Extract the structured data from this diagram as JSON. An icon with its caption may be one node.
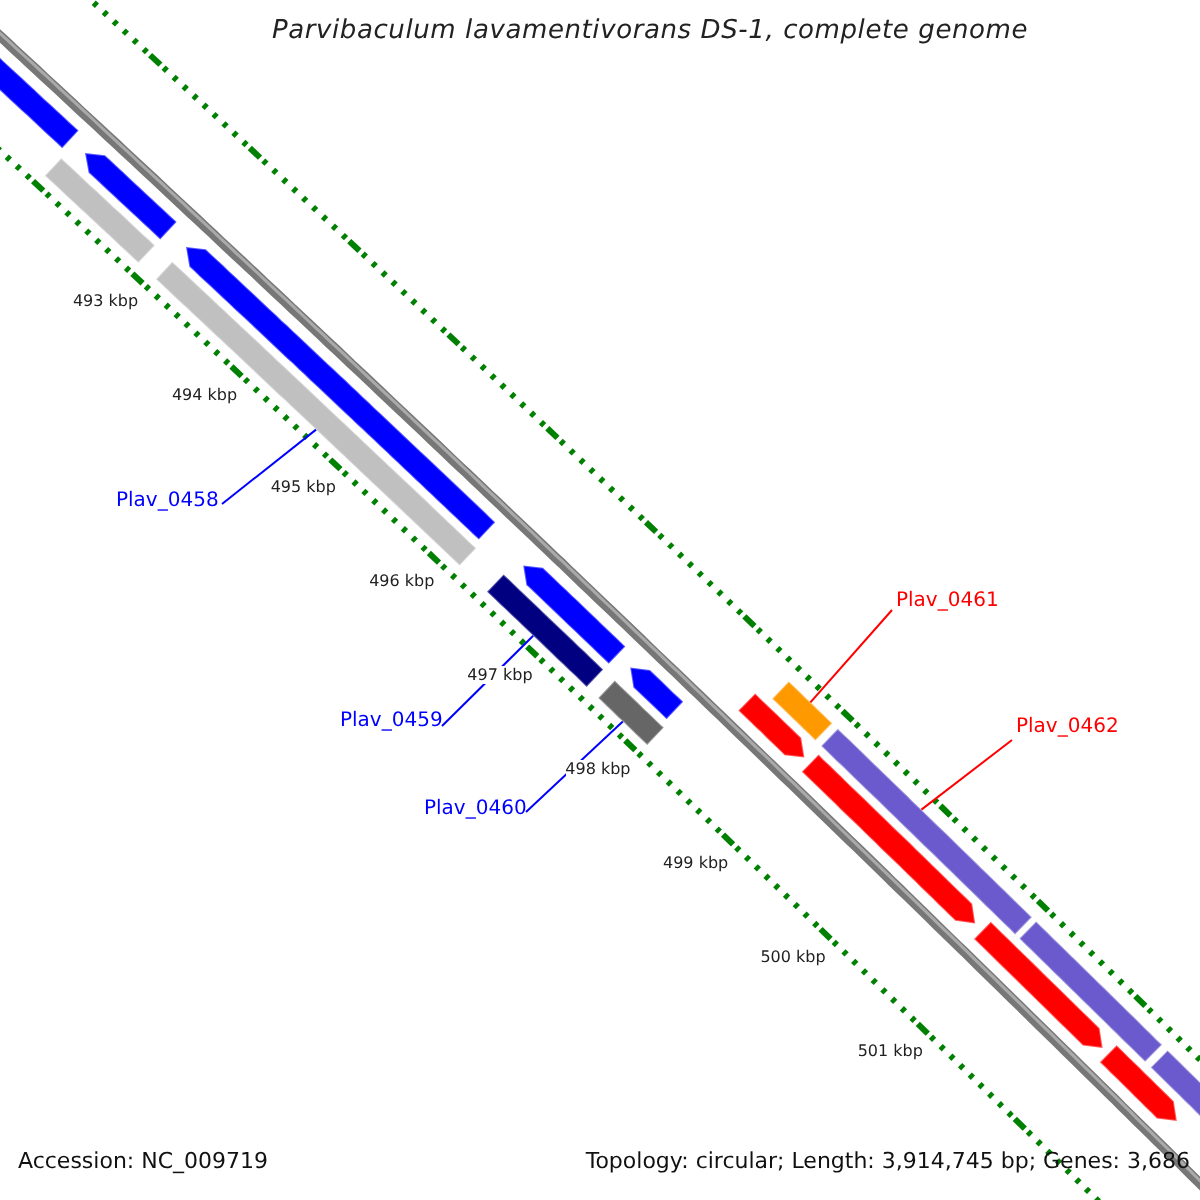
{
  "diagram": {
    "title": "Parvibaculum lavamentivorans DS-1, complete genome",
    "nodes": [
      {
        "text": [
          "Plav_0458"
        ]
      },
      {
        "text": [
          "Plav_0461"
        ]
      },
      {
        "text": [
          "Plav_0459"
        ]
      },
      {
        "text": [
          "Plav_0462"
        ]
      },
      {
        "text": [
          "Plav_0460"
        ]
      },
      {
        "text": [],
        "shape": "bar"
      },
      {
        "text": [],
        "shape": "bar"
      },
      {
        "text": [],
        "shape": "bar"
      },
      {
        "text": [],
        "shape": "bar"
      },
      {
        "text": [],
        "shape": "bar"
      },
      {
        "text": [],
        "shape": "bar"
      },
      {
        "text": [],
        "shape": "bar"
      },
      {
        "text": [],
        "shape": "bar"
      },
      {
        "text": [],
        "shape": "bar"
      },
      {
        "text": [],
        "shape": "bar"
      },
      {
        "text": [],
        "shape": "bar"
      },
      {
        "text": [],
        "shape": "bar"
      },
      {
        "text": [],
        "shape": "bar"
      },
      {
        "text": [],
        "shape": "bar"
      },
      {
        "text": [],
        "shape": "bar"
      },
      {
        "text": [],
        "shape": "bar"
      },
      {
        "text": [],
        "shape": "bar"
      }
    ],
    "edges": [
      {
        "from": 0,
        "to": 9,
        "arrow": "none"
      },
      {
        "from": 1,
        "to": 15,
        "arrow": "none",
        "color": "#ff0000"
      },
      {
        "from": 2,
        "to": 11,
        "arrow": "none"
      },
      {
        "from": 3,
        "to": 17,
        "arrow": "none",
        "color": "#ff0000"
      },
      {
        "from": 4,
        "to": 13,
        "arrow": "none"
      }
    ],
    "labels": [
      "493 kbp",
      "494 kbp",
      "495 kbp",
      "496 kbp",
      "497 kbp",
      "498 kbp",
      "499 kbp",
      "500 kbp",
      "501 kbp",
      "Accession: NC_009719",
      "Topology: circular; Length: 3,914,745 bp; Genes: 3,686"
    ]
  }
}
